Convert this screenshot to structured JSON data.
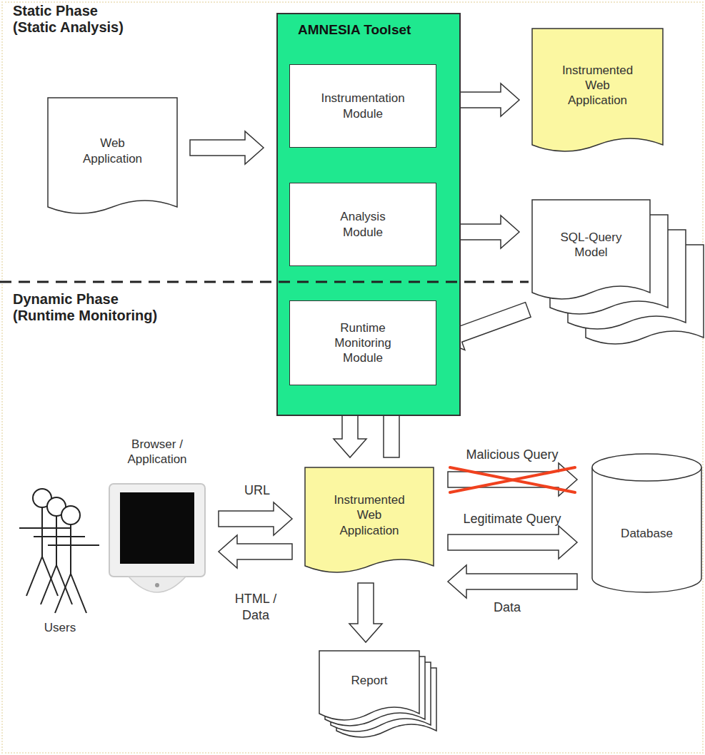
{
  "diagram": {
    "nodes": [
      {
        "text": [
          "AMNESIA Toolset"
        ]
      },
      {
        "text": [
          "Instrumentation Module"
        ],
        "in": 0
      },
      {
        "text": [
          "Analysis Module"
        ],
        "in": 0
      },
      {
        "text": [
          "Runtime Monitoring Module"
        ],
        "in": 0
      },
      {
        "text": [
          "Web Application"
        ]
      },
      {
        "text": [
          "Instrumented Web Application"
        ]
      },
      {
        "text": [
          "SQL-Query Model"
        ]
      },
      {
        "text": [
          "Browser / Application"
        ]
      },
      {
        "text": [
          "Users"
        ]
      },
      {
        "text": [
          "Instrumented Web Application"
        ]
      },
      {
        "text": [
          "Database"
        ]
      },
      {
        "text": [
          "Report"
        ]
      }
    ],
    "edges": [
      {
        "from": 4,
        "to": 0,
        "arrow": "to"
      },
      {
        "from": 1,
        "to": 5,
        "arrow": "to"
      },
      {
        "from": 2,
        "to": 6,
        "arrow": "to"
      },
      {
        "from": 6,
        "to": 3,
        "arrow": "to"
      },
      {
        "from": 3,
        "to": 9,
        "arrow": "to"
      },
      {
        "from": 9,
        "to": 3,
        "arrow": "to"
      },
      {
        "from": 7,
        "to": 9,
        "label": "URL",
        "arrow": "to"
      },
      {
        "from": 9,
        "to": 7,
        "label": "HTML / Data",
        "arrow": "to"
      },
      {
        "from": 9,
        "to": 10,
        "label": "Malicious Query",
        "arrow": "to"
      },
      {
        "from": 9,
        "to": 10,
        "label": "Legitimate Query",
        "arrow": "to"
      },
      {
        "from": 10,
        "to": 9,
        "label": "Data",
        "arrow": "to"
      },
      {
        "from": 9,
        "to": 11,
        "arrow": "to"
      }
    ],
    "labels": [
      "Static Phase (Static Analysis)",
      "Dynamic Phase (Runtime Monitoring)"
    ]
  }
}
